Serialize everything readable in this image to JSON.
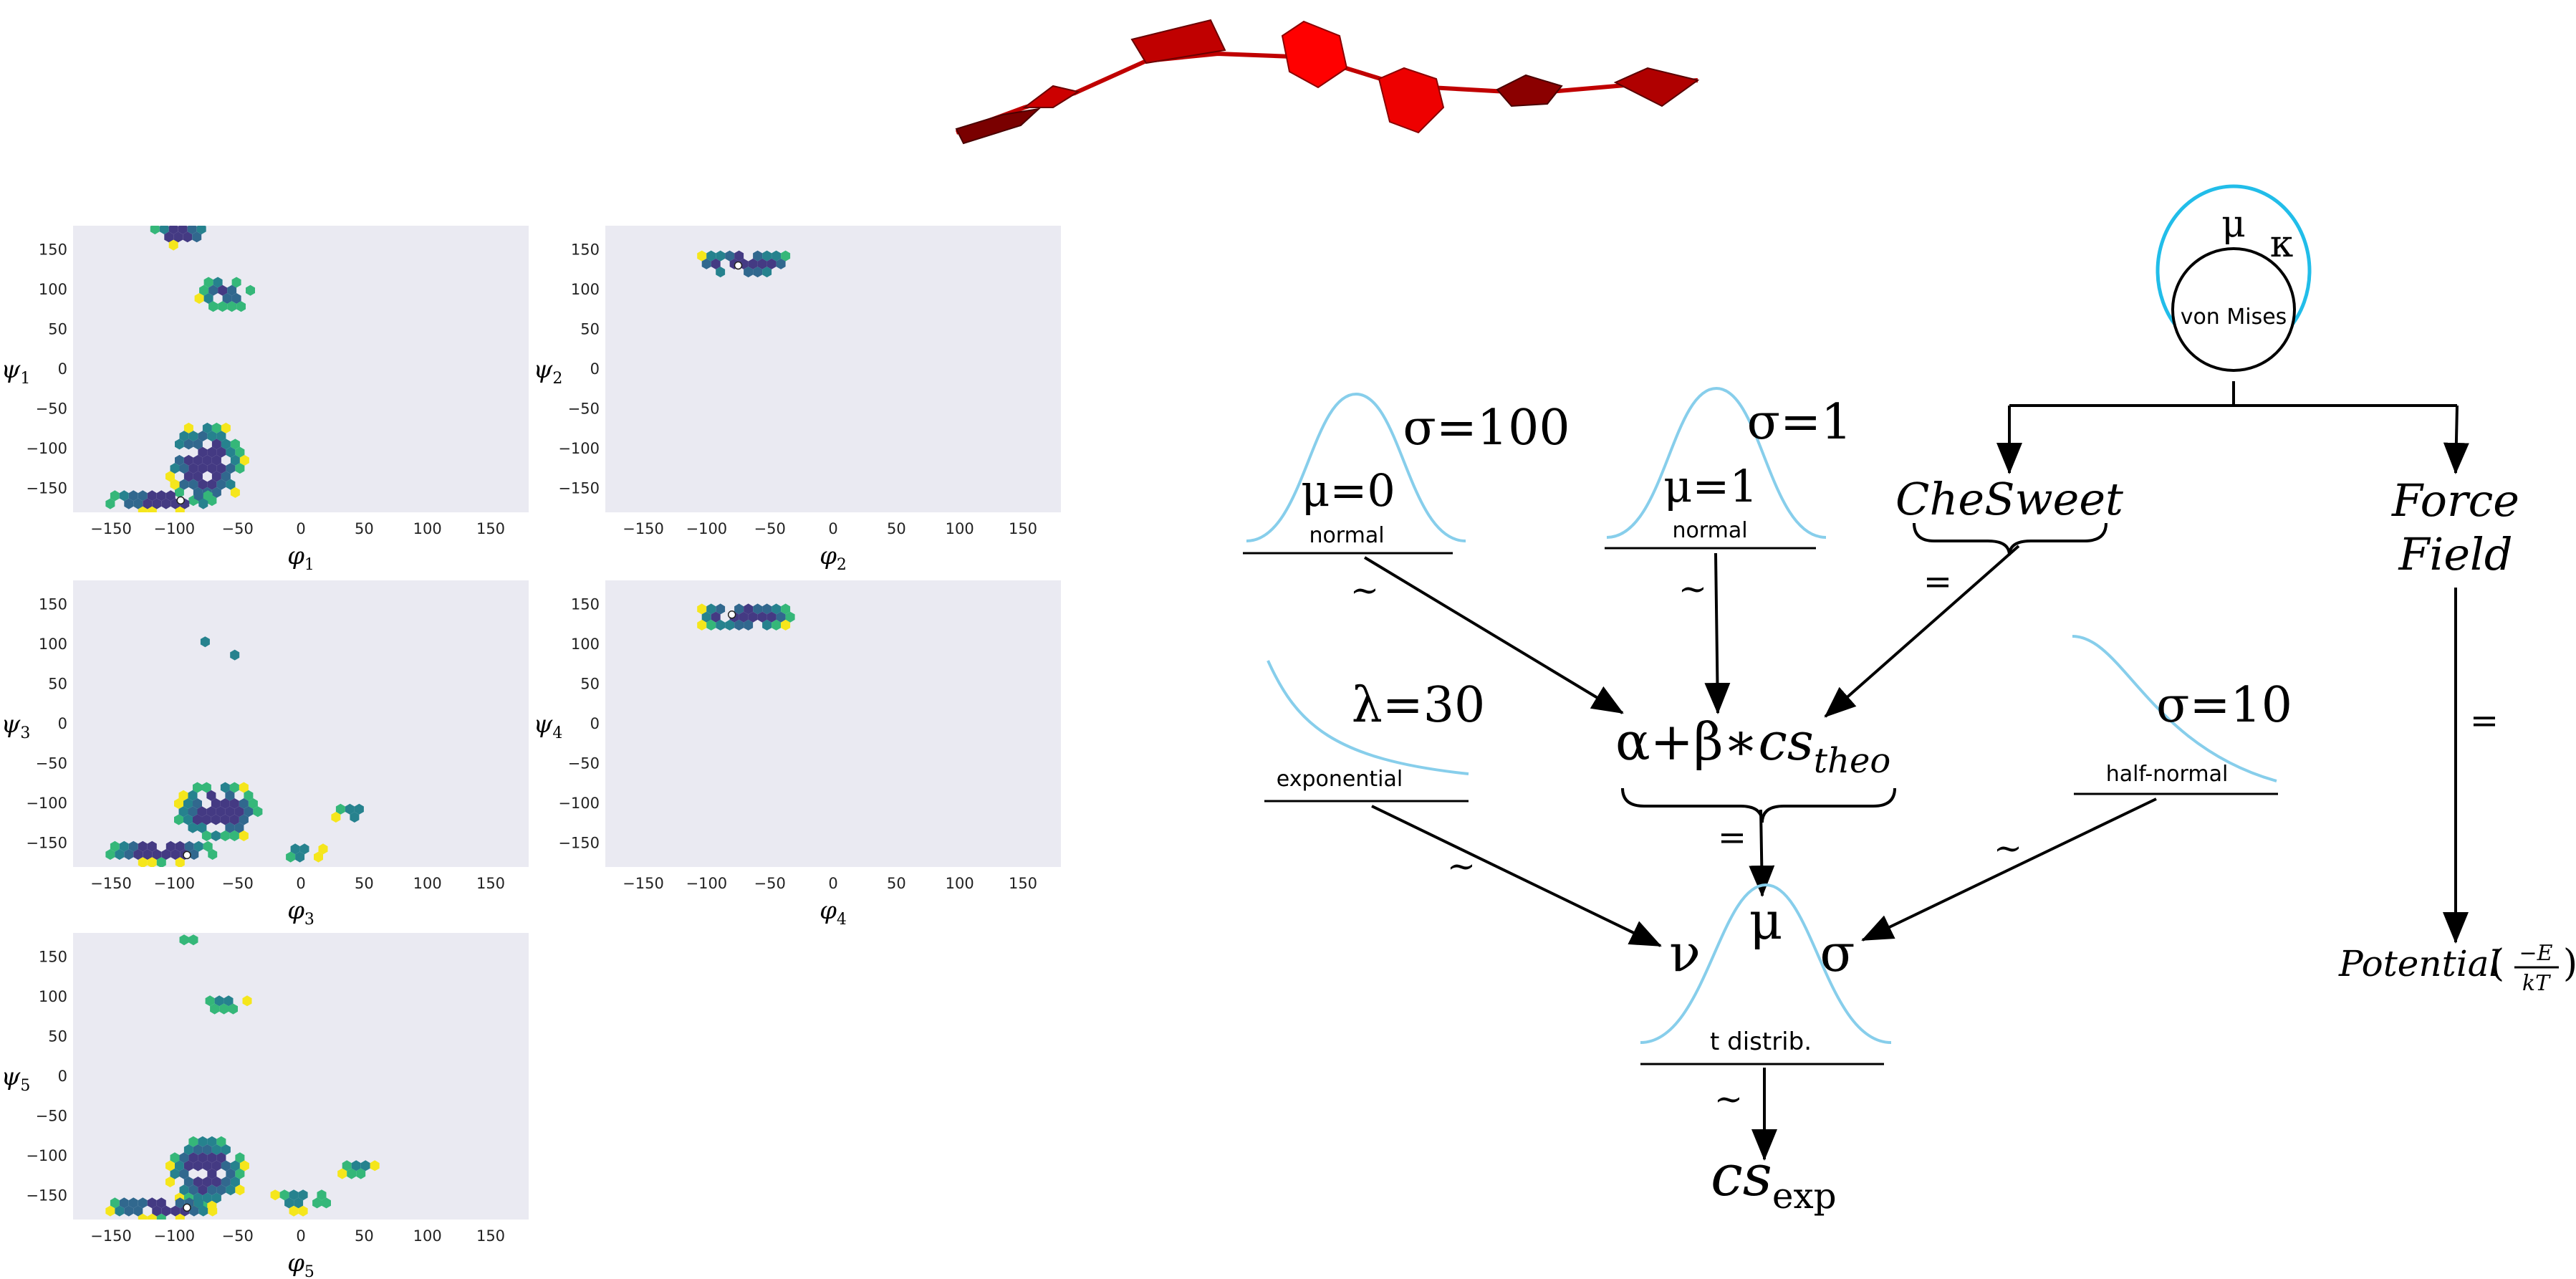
{
  "colors": {
    "panel_bg": "#eaeaf2",
    "dist_curve": "#87ceeb",
    "von_mises_ring": "#21bde9",
    "arrow": "#000000",
    "molecule_dark": "#8b0000",
    "molecule_mid": "#c00000",
    "molecule_bright": "#ff0000",
    "hex_yellow": "#f5e61c",
    "hex_green": "#35b779",
    "hex_teal": "#26828e",
    "hex_blue": "#31688e",
    "hex_purple": "#443a83"
  },
  "icons": [
    "carbohydrate-molecule-icon",
    "probability-density-curve-icon",
    "von-mises-circle-icon"
  ],
  "chart_data": [
    {
      "type": "heatmap",
      "xlabel": "φ",
      "xlabel_sub": "1",
      "ylabel": "ψ",
      "ylabel_sub": "1",
      "xticks": [
        "−150",
        "−100",
        "−50",
        "0",
        "50",
        "100",
        "150"
      ],
      "yticks": [
        "150",
        "100",
        "50",
        "0",
        "−50",
        "−100",
        "−150"
      ],
      "xlim": [
        -180,
        180
      ],
      "ylim": [
        -180,
        180
      ],
      "clusters": [
        {
          "x": -95,
          "y": 170,
          "spread_x": 15,
          "spread_y": 10,
          "density": "high"
        },
        {
          "x": -60,
          "y": 95,
          "spread_x": 15,
          "spread_y": 15,
          "density": "medium"
        },
        {
          "x": -75,
          "y": -120,
          "spread_x": 20,
          "spread_y": 35,
          "density": "high"
        },
        {
          "x": -110,
          "y": -165,
          "spread_x": 30,
          "spread_y": 10,
          "density": "high"
        }
      ],
      "marker": [
        -95,
        -165
      ]
    },
    {
      "type": "heatmap",
      "xlabel": "φ",
      "xlabel_sub": "2",
      "ylabel": "ψ",
      "ylabel_sub": "2",
      "xticks": [
        "−150",
        "−100",
        "−50",
        "0",
        "50",
        "100",
        "150"
      ],
      "yticks": [
        "150",
        "100",
        "50",
        "0",
        "−50",
        "−100",
        "−150"
      ],
      "xlim": [
        -180,
        180
      ],
      "ylim": [
        -180,
        180
      ],
      "clusters": [
        {
          "x": -70,
          "y": 133,
          "spread_x": 28,
          "spread_y": 12,
          "density": "high"
        }
      ],
      "marker": [
        -75,
        130
      ]
    },
    {
      "type": "heatmap",
      "xlabel": "φ",
      "xlabel_sub": "3",
      "ylabel": "ψ",
      "ylabel_sub": "3",
      "xticks": [
        "−150",
        "−100",
        "−50",
        "0",
        "50",
        "100",
        "150"
      ],
      "yticks": [
        "150",
        "100",
        "50",
        "0",
        "−50",
        "−100",
        "−150"
      ],
      "xlim": [
        -180,
        180
      ],
      "ylim": [
        -180,
        180
      ],
      "clusters": [
        {
          "x": -75,
          "y": 105,
          "spread_x": 5,
          "spread_y": 5,
          "density": "low"
        },
        {
          "x": -50,
          "y": 90,
          "spread_x": 6,
          "spread_y": 4,
          "density": "low"
        },
        {
          "x": -65,
          "y": -110,
          "spread_x": 22,
          "spread_y": 25,
          "density": "high"
        },
        {
          "x": -110,
          "y": -160,
          "spread_x": 30,
          "spread_y": 10,
          "density": "high"
        },
        {
          "x": 40,
          "y": -110,
          "spread_x": 10,
          "spread_y": 8,
          "density": "low"
        },
        {
          "x": 0,
          "y": -160,
          "spread_x": 12,
          "spread_y": 8,
          "density": "low"
        }
      ],
      "marker": [
        -90,
        -165
      ]
    },
    {
      "type": "heatmap",
      "xlabel": "φ",
      "xlabel_sub": "4",
      "ylabel": "ψ",
      "ylabel_sub": "4",
      "xticks": [
        "−150",
        "−100",
        "−50",
        "0",
        "50",
        "100",
        "150"
      ],
      "yticks": [
        "150",
        "100",
        "50",
        "0",
        "−50",
        "−100",
        "−150"
      ],
      "xlim": [
        -180,
        180
      ],
      "ylim": [
        -180,
        180
      ],
      "clusters": [
        {
          "x": -70,
          "y": 135,
          "spread_x": 28,
          "spread_y": 12,
          "density": "high"
        }
      ],
      "marker": [
        -80,
        137
      ]
    },
    {
      "type": "heatmap",
      "xlabel": "φ",
      "xlabel_sub": "5",
      "ylabel": "ψ",
      "ylabel_sub": "5",
      "xticks": [
        "−150",
        "−100",
        "−50",
        "0",
        "50",
        "100",
        "150"
      ],
      "yticks": [
        "150",
        "100",
        "50",
        "0",
        "−50",
        "−100",
        "−150"
      ],
      "xlim": [
        -180,
        180
      ],
      "ylim": [
        -180,
        180
      ],
      "clusters": [
        {
          "x": -90,
          "y": 175,
          "spread_x": 6,
          "spread_y": 4,
          "density": "low"
        },
        {
          "x": -60,
          "y": 92,
          "spread_x": 12,
          "spread_y": 8,
          "density": "low"
        },
        {
          "x": -75,
          "y": -120,
          "spread_x": 20,
          "spread_y": 30,
          "density": "high"
        },
        {
          "x": -110,
          "y": -165,
          "spread_x": 30,
          "spread_y": 10,
          "density": "high"
        },
        {
          "x": 0,
          "y": -155,
          "spread_x": 15,
          "spread_y": 10,
          "density": "low"
        },
        {
          "x": 45,
          "y": -115,
          "spread_x": 10,
          "spread_y": 8,
          "density": "low"
        }
      ],
      "marker": [
        -90,
        -165
      ]
    }
  ],
  "model": {
    "normal1": {
      "sigma": "σ=100",
      "mu": "μ=0",
      "name": "normal",
      "rel": "~"
    },
    "normal2": {
      "sigma": "σ=1",
      "mu": "μ=1",
      "name": "normal",
      "rel": "~"
    },
    "exponential": {
      "lambda": "λ=30",
      "name": "exponential",
      "rel": "~"
    },
    "halfnormal": {
      "sigma": "σ=10",
      "name": "half-normal",
      "rel": "~"
    },
    "vonmises": {
      "name": "von Mises",
      "mu": "μ",
      "kappa": "κ"
    },
    "chesweet": {
      "label": "CheSweet",
      "rel": "="
    },
    "forcefield": {
      "line1": "Force",
      "line2": "Field",
      "rel": "="
    },
    "linear": {
      "alpha_beta": "α+β∗",
      "cs": "cs",
      "sub": "theo",
      "rel": "="
    },
    "tdist": {
      "nu": "ν",
      "mu": "μ",
      "sigma": "σ",
      "name": "t distrib.",
      "rel": "~"
    },
    "output": {
      "cs": "cs",
      "sub": "exp"
    },
    "potential": {
      "label": "Potential",
      "num": "−E",
      "den": "kT"
    }
  }
}
